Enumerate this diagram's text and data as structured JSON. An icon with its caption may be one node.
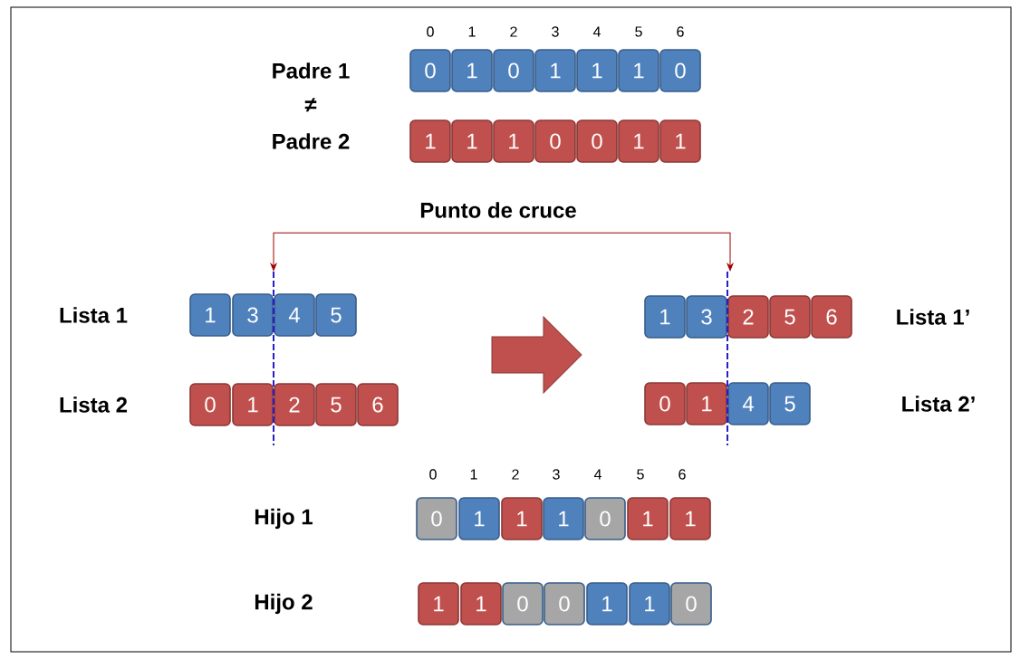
{
  "diagram": {
    "nodes": [
      {
        "text": [
          "0"
        ]
      },
      {
        "text": [
          "1"
        ]
      },
      {
        "text": [
          "0"
        ]
      },
      {
        "text": [
          "1"
        ]
      },
      {
        "text": [
          "1"
        ]
      },
      {
        "text": [
          "1"
        ]
      },
      {
        "text": [
          "0"
        ]
      },
      {
        "text": [
          "1"
        ]
      },
      {
        "text": [
          "1"
        ]
      },
      {
        "text": [
          "1"
        ]
      },
      {
        "text": [
          "0"
        ]
      },
      {
        "text": [
          "0"
        ]
      },
      {
        "text": [
          "1"
        ]
      },
      {
        "text": [
          "1"
        ]
      },
      {
        "text": [
          "Punto de cruce"
        ]
      },
      {
        "text": [
          "1"
        ]
      },
      {
        "text": [
          "3"
        ]
      },
      {
        "text": [
          "4"
        ]
      },
      {
        "text": [
          "5"
        ]
      },
      {
        "text": [
          "1"
        ]
      },
      {
        "text": [
          "3"
        ]
      },
      {
        "text": [
          "2"
        ]
      },
      {
        "text": [
          "5"
        ]
      },
      {
        "text": [
          "6"
        ]
      },
      {
        "text": [
          "0"
        ]
      },
      {
        "text": [
          "1"
        ]
      },
      {
        "text": [
          "2"
        ]
      },
      {
        "text": [
          "5"
        ]
      },
      {
        "text": [
          "6"
        ]
      },
      {
        "text": [
          "0"
        ]
      },
      {
        "text": [
          "1"
        ]
      },
      {
        "text": [
          "4"
        ]
      },
      {
        "text": [
          "5"
        ]
      },
      {
        "text": [
          "0"
        ]
      },
      {
        "text": [
          "1"
        ]
      },
      {
        "text": [
          "1"
        ]
      },
      {
        "text": [
          "1"
        ]
      },
      {
        "text": [
          "0"
        ]
      },
      {
        "text": [
          "1"
        ]
      },
      {
        "text": [
          "1"
        ]
      },
      {
        "text": [
          "1"
        ]
      },
      {
        "text": [
          "1"
        ]
      },
      {
        "text": [
          "0"
        ]
      },
      {
        "text": [
          "0"
        ]
      },
      {
        "text": [
          "1"
        ]
      },
      {
        "text": [
          "1"
        ]
      },
      {
        "text": [
          "0"
        ]
      }
    ],
    "edges": [
      {
        "from": 14,
        "to": null,
        "arrow": "to"
      },
      {
        "from": 14,
        "to": null,
        "arrow": "to"
      }
    ],
    "labels": [
      "0",
      "1",
      "2",
      "3",
      "4",
      "5",
      "6",
      "Padre 1",
      "≠",
      "Padre 2",
      "Lista 1",
      "Lista 1’",
      "Lista 2",
      "Lista 2’",
      "0",
      "1",
      "2",
      "3",
      "4",
      "5",
      "6",
      "Hijo 1",
      "Hijo 2"
    ]
  }
}
